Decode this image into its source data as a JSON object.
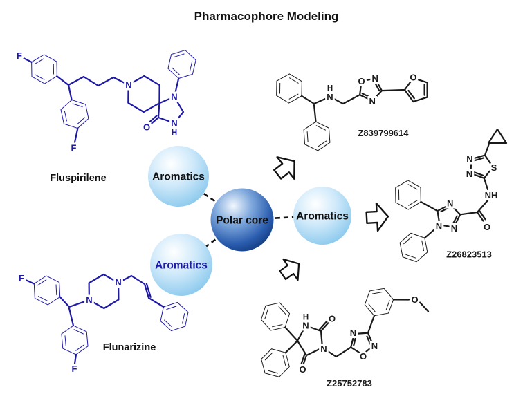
{
  "title": "Pharmacophore Modeling",
  "colors": {
    "molecule_blue": "#1f1aa6",
    "structure_black": "#1a1a1a",
    "core_sphere_dark": "#1c4f9e",
    "aromatic_sphere_light": "#bfe3f8"
  },
  "pharmacophore": {
    "core_label": "Polar core",
    "aromatic_labels": [
      "Aromatics",
      "Aromatics",
      "Aromatics"
    ]
  },
  "reference_compounds": [
    {
      "name": "Fluspirilene"
    },
    {
      "name": "Flunarizine"
    }
  ],
  "hit_compounds": [
    {
      "id": "Z839799614"
    },
    {
      "id": "Z26823513"
    },
    {
      "id": "Z25752783"
    }
  ],
  "atom_labels": {
    "fluspirilene": {
      "f_top": "F",
      "f_bottom": "F",
      "n_piperidine": "N",
      "n_ring": "N",
      "n_amide": "N",
      "h_amide": "H",
      "o_carbonyl": "O"
    },
    "flunarizine": {
      "f_top": "F",
      "f_bottom": "F",
      "n1": "N",
      "n2": "N"
    },
    "z839799614": {
      "h_amine": "H",
      "n_amine": "N",
      "o1": "O",
      "n2": "N",
      "n4": "N",
      "o_furan": "O"
    },
    "z26823513": {
      "n3": "N",
      "n4": "N",
      "s1": "S",
      "nh": "NH",
      "o_carbonyl": "O",
      "n4t": "N",
      "n1t": "N",
      "n2t": "N"
    },
    "z25752783": {
      "h1": "H",
      "n1": "N",
      "o2": "O",
      "n3": "N",
      "o4": "O",
      "n4ox": "N",
      "n2ox": "N",
      "o1ox": "O",
      "o_methoxy": "O"
    }
  }
}
